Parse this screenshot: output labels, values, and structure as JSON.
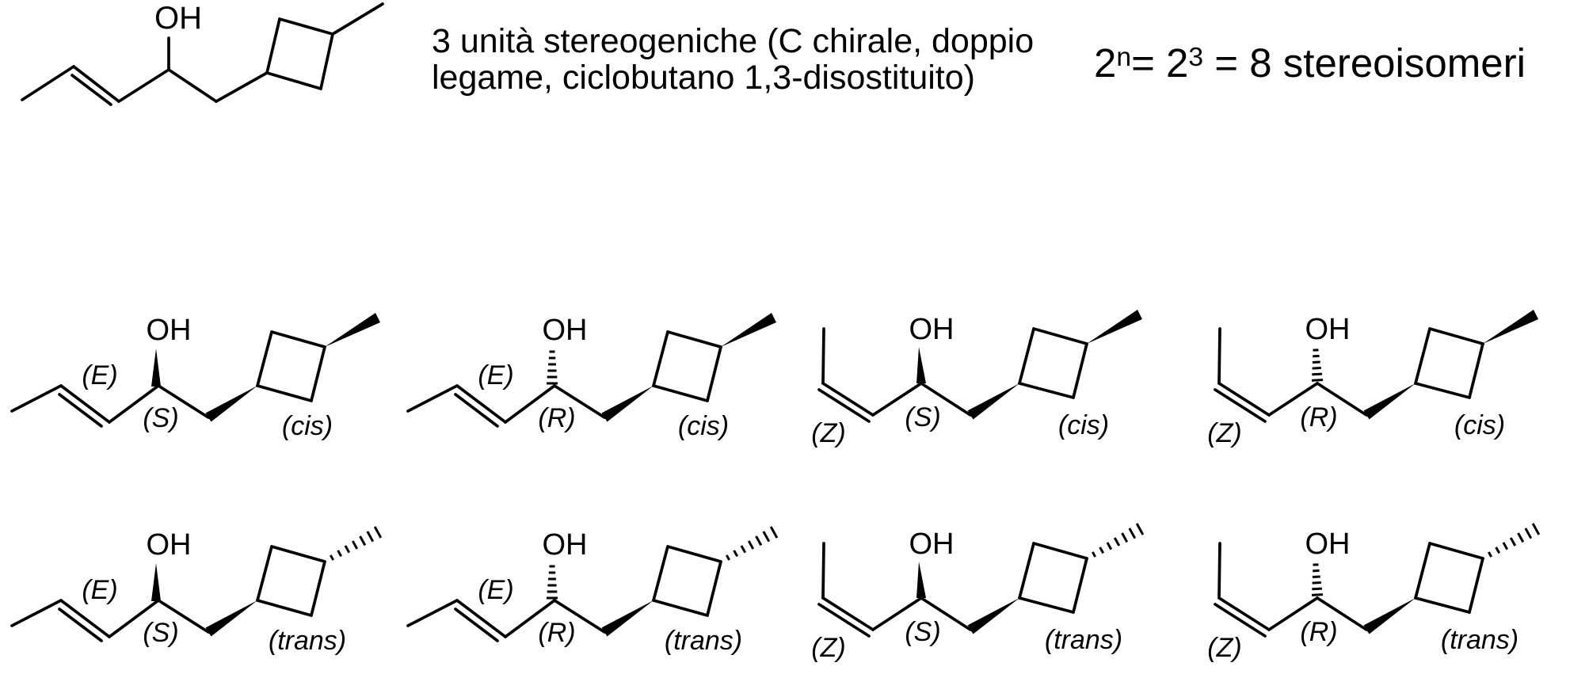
{
  "colors": {
    "ink": "#000000",
    "background": "#ffffff"
  },
  "header": {
    "reference_molecule": {
      "hydroxyl_label": "OH"
    },
    "description": {
      "line1": "3 unità stereogeniche (C chirale, doppio",
      "line2": "legame, ciclobutano 1,3-disostituito)"
    },
    "formula": {
      "base1": "2",
      "sup1": "n",
      "base2": "= 2",
      "sup2": "3",
      "base3": " = 8 stereoisomeri"
    }
  },
  "isomers": [
    {
      "alkene": "E",
      "oh_bond": "wedge",
      "methyl_bond": "wedge",
      "hydroxyl_label": "OH",
      "alkene_label": "(E)",
      "chirality_label": "(S)",
      "ring_label": "(cis)"
    },
    {
      "alkene": "E",
      "oh_bond": "hash",
      "methyl_bond": "wedge",
      "hydroxyl_label": "OH",
      "alkene_label": "(E)",
      "chirality_label": "(R)",
      "ring_label": "(cis)"
    },
    {
      "alkene": "Z",
      "oh_bond": "wedge",
      "methyl_bond": "wedge",
      "hydroxyl_label": "OH",
      "alkene_label": "(Z)",
      "chirality_label": "(S)",
      "ring_label": "(cis)"
    },
    {
      "alkene": "Z",
      "oh_bond": "hash",
      "methyl_bond": "wedge",
      "hydroxyl_label": "OH",
      "alkene_label": "(Z)",
      "chirality_label": "(R)",
      "ring_label": "(cis)"
    },
    {
      "alkene": "E",
      "oh_bond": "wedge",
      "methyl_bond": "hash",
      "hydroxyl_label": "OH",
      "alkene_label": "(E)",
      "chirality_label": "(S)",
      "ring_label": "(trans)"
    },
    {
      "alkene": "E",
      "oh_bond": "hash",
      "methyl_bond": "hash",
      "hydroxyl_label": "OH",
      "alkene_label": "(E)",
      "chirality_label": "(R)",
      "ring_label": "(trans)"
    },
    {
      "alkene": "Z",
      "oh_bond": "wedge",
      "methyl_bond": "hash",
      "hydroxyl_label": "OH",
      "alkene_label": "(Z)",
      "chirality_label": "(S)",
      "ring_label": "(trans)"
    },
    {
      "alkene": "Z",
      "oh_bond": "hash",
      "methyl_bond": "hash",
      "hydroxyl_label": "OH",
      "alkene_label": "(Z)",
      "chirality_label": "(R)",
      "ring_label": "(trans)"
    }
  ]
}
